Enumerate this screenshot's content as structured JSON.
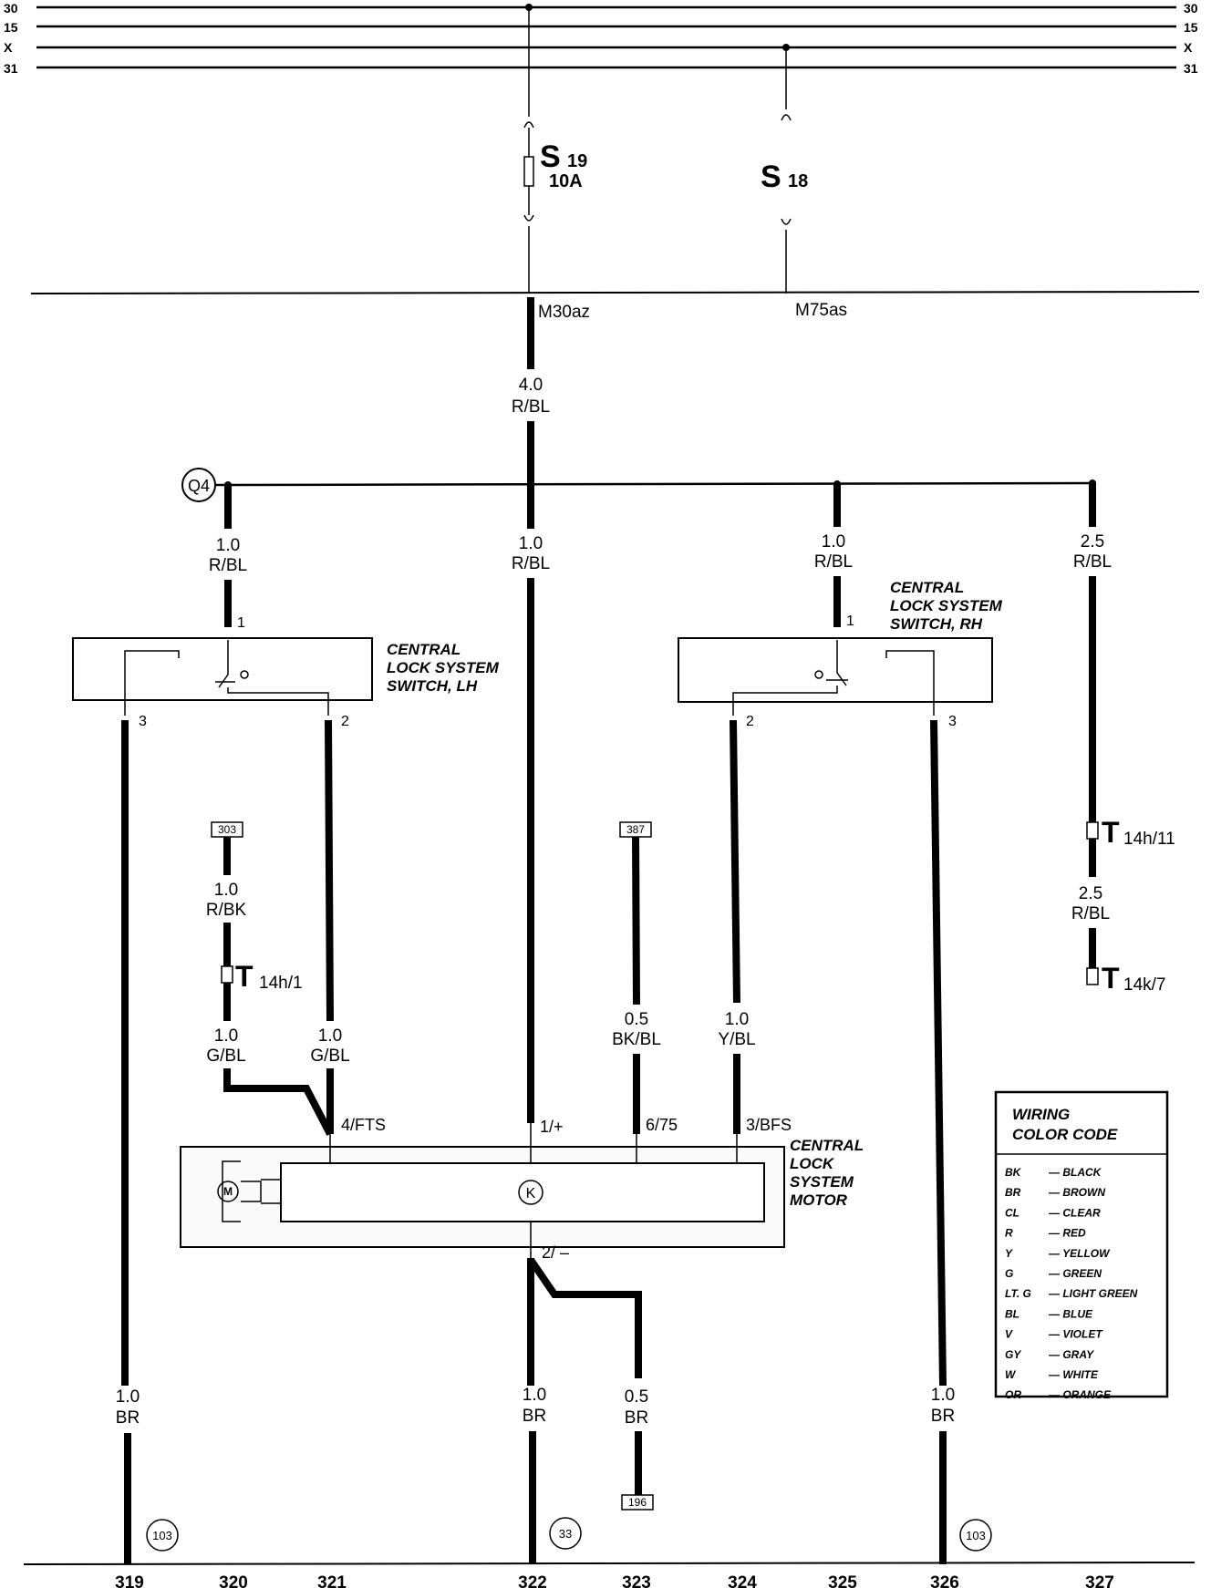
{
  "rails": {
    "left": [
      "30",
      "15",
      "X",
      "31"
    ],
    "right": [
      "30",
      "15",
      "X",
      "31"
    ]
  },
  "fuses": {
    "s19": {
      "letter": "S",
      "num": "19",
      "rating": "10A"
    },
    "s18": {
      "letter": "S",
      "num": "18"
    }
  },
  "connectors_top": {
    "m30": "M30az",
    "m75": "M75as"
  },
  "wires": {
    "main_size": "4.0",
    "main_color": "R/BL",
    "w1_size": "1.0",
    "w1_color": "R/BL",
    "w2_size": "1.0",
    "w2_color": "R/BL",
    "w3_size": "1.0",
    "w3_color": "R/BL",
    "w4_size": "2.5",
    "w4_color": "R/BL",
    "w5_size": "1.0",
    "w5_color": "R/BK",
    "w6_size": "1.0",
    "w6_color": "G/BL",
    "w7_size": "1.0",
    "w7_color": "G/BL",
    "w8_size": "0.5",
    "w8_color": "BK/BL",
    "w9_size": "1.0",
    "w9_color": "Y/BL",
    "w10_size": "2.5",
    "w10_color": "R/BL",
    "b1_size": "1.0",
    "b1_color": "BR",
    "b2_size": "1.0",
    "b2_color": "BR",
    "b3_size": "0.5",
    "b3_color": "BR",
    "b4_size": "1.0",
    "b4_color": "BR"
  },
  "junction": "Q4",
  "switch_lh": {
    "line1": "CENTRAL",
    "line2": "LOCK SYSTEM",
    "line3": "SWITCH, LH",
    "pin1": "1",
    "pin2": "2",
    "pin3": "3"
  },
  "switch_rh": {
    "line1": "CENTRAL",
    "line2": "LOCK SYSTEM",
    "line3": "SWITCH, RH",
    "pin1": "1",
    "pin2": "2",
    "pin3": "3"
  },
  "terminals": {
    "t14h1": {
      "letter": "T",
      "sub": "14h/1"
    },
    "t14h11": {
      "letter": "T",
      "sub": "14h/11"
    },
    "t14k7": {
      "letter": "T",
      "sub": "14k/7"
    }
  },
  "refs": {
    "r303": "303",
    "r387": "387",
    "r196": "196"
  },
  "motor": {
    "line1": "CENTRAL",
    "line2": "LOCK",
    "line3": "SYSTEM",
    "line4": "MOTOR",
    "pin_fts": "4/FTS",
    "pin_plus": "1/+",
    "pin_75": "6/75",
    "pin_bfs": "3/BFS",
    "pin_minus": "2/ –",
    "k_symbol": "K"
  },
  "grounds": {
    "g1": "103",
    "g2": "33",
    "g3": "103"
  },
  "footer": [
    "319",
    "320",
    "321",
    "322",
    "323",
    "324",
    "325",
    "326",
    "327"
  ],
  "legend": {
    "title1": "WIRING",
    "title2": "COLOR CODE",
    "items": [
      {
        "code": "BK",
        "name": "— BLACK"
      },
      {
        "code": "BR",
        "name": "— BROWN"
      },
      {
        "code": "CL",
        "name": "— CLEAR"
      },
      {
        "code": "R",
        "name": "— RED"
      },
      {
        "code": "Y",
        "name": "— YELLOW"
      },
      {
        "code": "G",
        "name": "— GREEN"
      },
      {
        "code": "LT. G",
        "name": "— LIGHT GREEN"
      },
      {
        "code": "BL",
        "name": "— BLUE"
      },
      {
        "code": "V",
        "name": "— VIOLET"
      },
      {
        "code": "GY",
        "name": "— GRAY"
      },
      {
        "code": "W",
        "name": "— WHITE"
      },
      {
        "code": "OR",
        "name": "— ORANGE"
      }
    ]
  }
}
